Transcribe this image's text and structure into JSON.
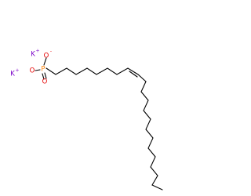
{
  "molecule": {
    "atoms": {
      "potassium_1": {
        "symbol": "K",
        "charge": "+",
        "color": "#7a00c8"
      },
      "potassium_2": {
        "symbol": "K",
        "charge": "+",
        "color": "#7a00c8"
      },
      "oxygen_anion": {
        "symbol": "O",
        "charge": "-",
        "color": "#e60000"
      },
      "oxygen_anion_2": {
        "symbol": "O",
        "color": "#e60000"
      },
      "oxygen_double": {
        "symbol": "O",
        "color": "#e60000"
      },
      "phosphorus": {
        "symbol": "P",
        "color": "#ff8000"
      }
    },
    "bond_color": "#000000"
  }
}
